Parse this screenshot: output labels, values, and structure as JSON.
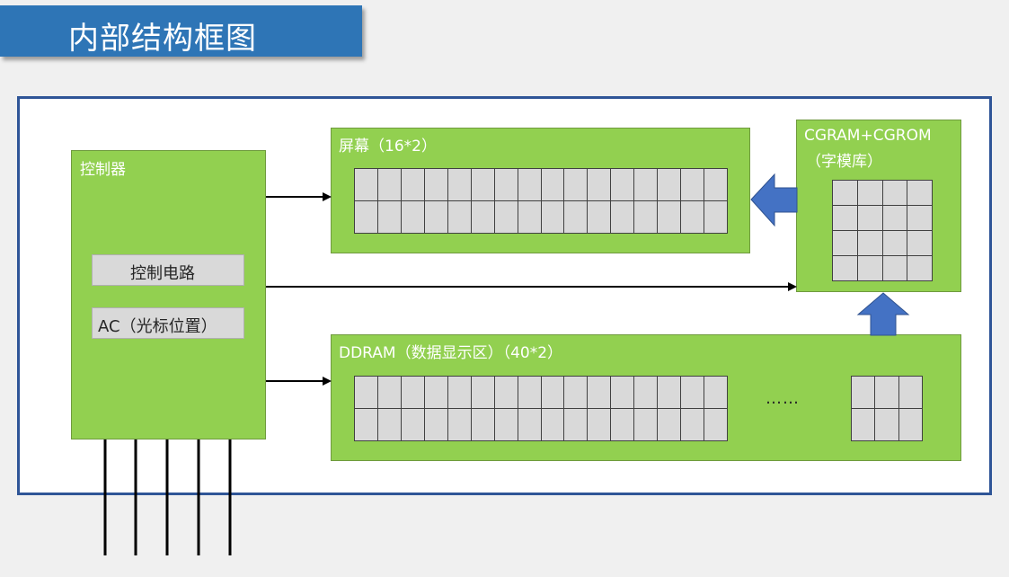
{
  "title": "内部结构框图",
  "controller": {
    "label": "控制器",
    "circuit_label": "控制电路",
    "ac_label": "AC（光标位置）"
  },
  "screen": {
    "label": "屏幕（16*2）"
  },
  "cgram": {
    "line1": "CGRAM+CGROM",
    "line2": "（字模库）"
  },
  "ddram": {
    "label": "DDRAM（数据显示区）（40*2）",
    "ellipsis": "……"
  },
  "colors": {
    "title_bg": "#2e75b6",
    "frame": "#2f5597",
    "block_green": "#92d050",
    "cell_gray": "#d9d9d9",
    "arrow_blue": "#4472c4"
  },
  "icons": [
    "arrow-left-icon",
    "arrow-up-icon",
    "arrowhead-right-icon"
  ]
}
